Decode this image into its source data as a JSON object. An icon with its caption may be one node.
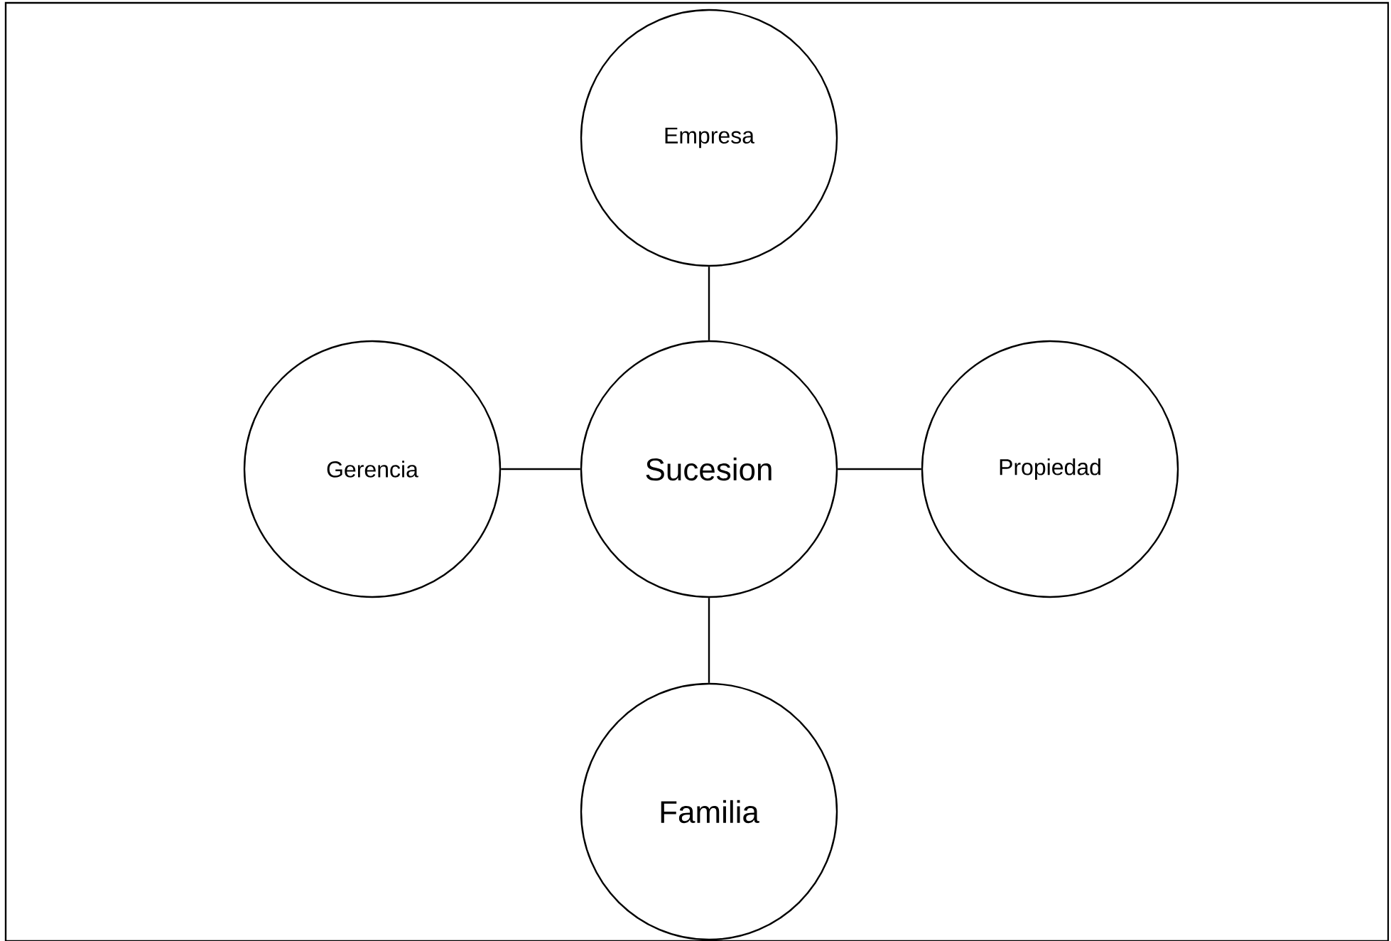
{
  "diagram": {
    "nodes": [
      {
        "text": [
          "Empresa"
        ]
      },
      {
        "text": [
          "Gerencia"
        ]
      },
      {
        "text": [
          "Sucesion"
        ]
      },
      {
        "text": [
          "Propiedad"
        ]
      },
      {
        "text": [
          "Familia"
        ]
      }
    ],
    "edges": [
      {
        "from": 0,
        "to": 2,
        "arrow": "none"
      },
      {
        "from": 1,
        "to": 2,
        "arrow": "none"
      },
      {
        "from": 2,
        "to": 3,
        "arrow": "none"
      },
      {
        "from": 2,
        "to": 4,
        "arrow": "none"
      }
    ]
  }
}
